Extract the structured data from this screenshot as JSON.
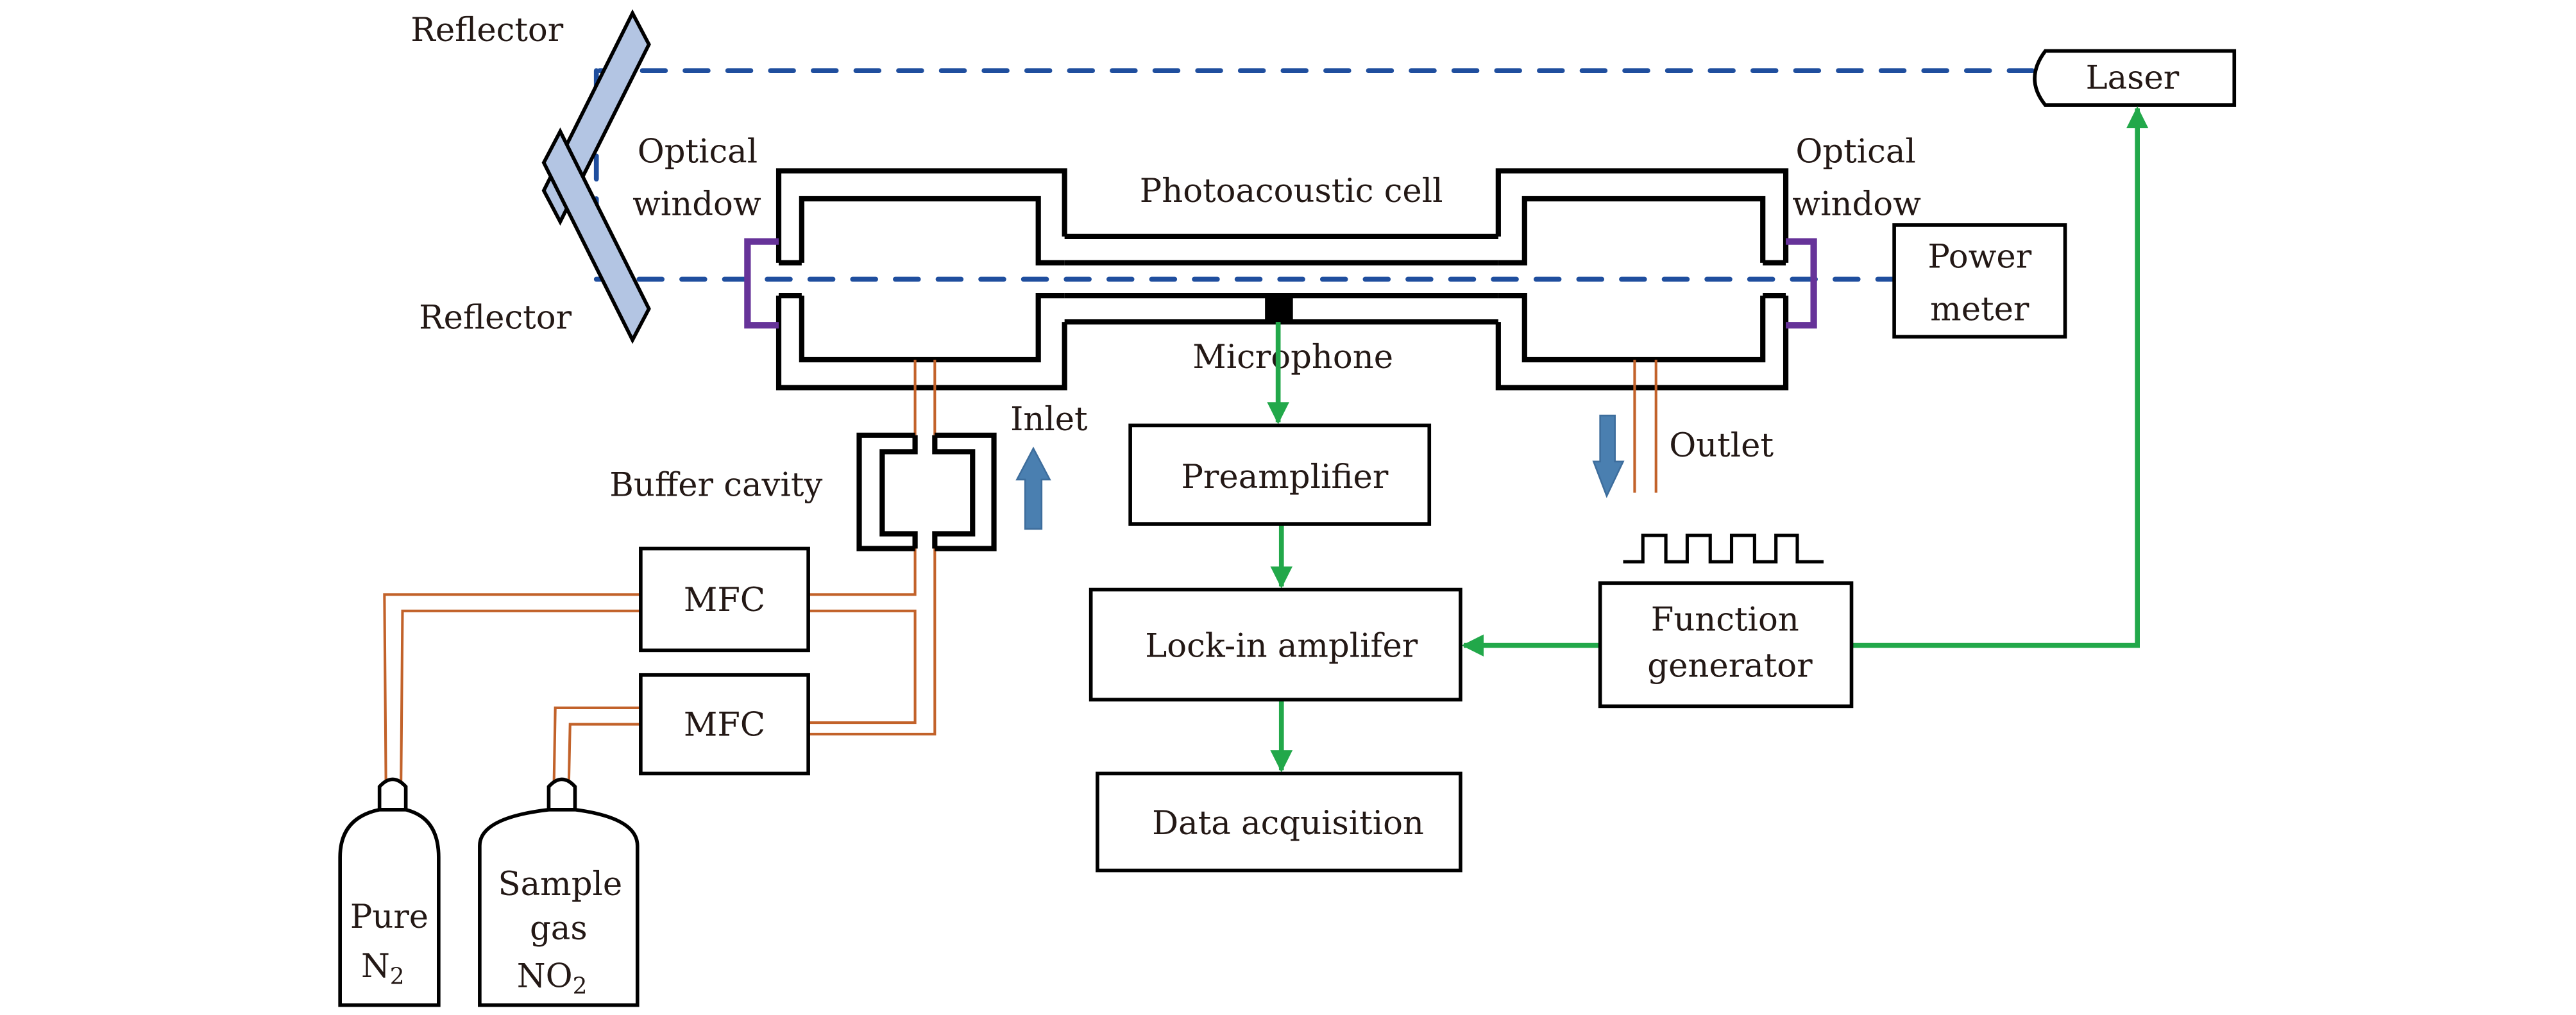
{
  "diagram": {
    "title": "Photoacoustic gas detection setup",
    "colors": {
      "beam": "#1f4e9e",
      "signal": "#22a84a",
      "gas_line": "#c2622a",
      "flow_arrow": "#4a7fb0",
      "window": "#663399",
      "reflector_fill": "#b3c5e3",
      "stroke": "#000000"
    },
    "labels": {
      "reflector_top": "Reflector",
      "reflector_bottom": "Reflector",
      "optical_window_left_1": "Optical",
      "optical_window_left_2": "window",
      "optical_window_right_1": "Optical",
      "optical_window_right_2": "window",
      "photoacoustic_cell": "Photoacoustic cell",
      "microphone": "Microphone",
      "laser": "Laser",
      "power_meter_1": "Power",
      "power_meter_2": "meter",
      "inlet": "Inlet",
      "outlet": "Outlet",
      "buffer_cavity": "Buffer cavity",
      "mfc_1": "MFC",
      "mfc_2": "MFC",
      "preamplifier": "Preamplifier",
      "lockin": "Lock-in amplifer",
      "data_acquisition": "Data acquisition",
      "function_generator_1": "Function",
      "function_generator_2": "generator",
      "cylinder_n2_1": "Pure",
      "cylinder_n2_2": "N",
      "cylinder_n2_sub": "2",
      "cylinder_sample_1": "Sample",
      "cylinder_sample_2": "gas",
      "cylinder_sample_3": "NO",
      "cylinder_sample_sub": "2"
    },
    "connections": [
      {
        "from": "Laser",
        "to": "Reflector",
        "type": "optical beam"
      },
      {
        "from": "Reflector",
        "to": "Power meter",
        "type": "optical beam",
        "via": "Photoacoustic cell"
      },
      {
        "from": "Microphone",
        "to": "Preamplifier",
        "type": "signal"
      },
      {
        "from": "Preamplifier",
        "to": "Lock-in amplifer",
        "type": "signal"
      },
      {
        "from": "Lock-in amplifer",
        "to": "Data acquisition",
        "type": "signal"
      },
      {
        "from": "Function generator",
        "to": "Lock-in amplifer",
        "type": "signal"
      },
      {
        "from": "Function generator",
        "to": "Laser",
        "type": "signal"
      },
      {
        "from": "Pure N2",
        "to": "MFC",
        "type": "gas"
      },
      {
        "from": "Sample gas NO2",
        "to": "MFC",
        "type": "gas"
      },
      {
        "from": "MFC",
        "to": "Buffer cavity",
        "type": "gas"
      },
      {
        "from": "Buffer cavity",
        "to": "Photoacoustic cell",
        "type": "gas",
        "label": "Inlet"
      },
      {
        "from": "Photoacoustic cell",
        "to": "exhaust",
        "type": "gas",
        "label": "Outlet"
      }
    ]
  }
}
